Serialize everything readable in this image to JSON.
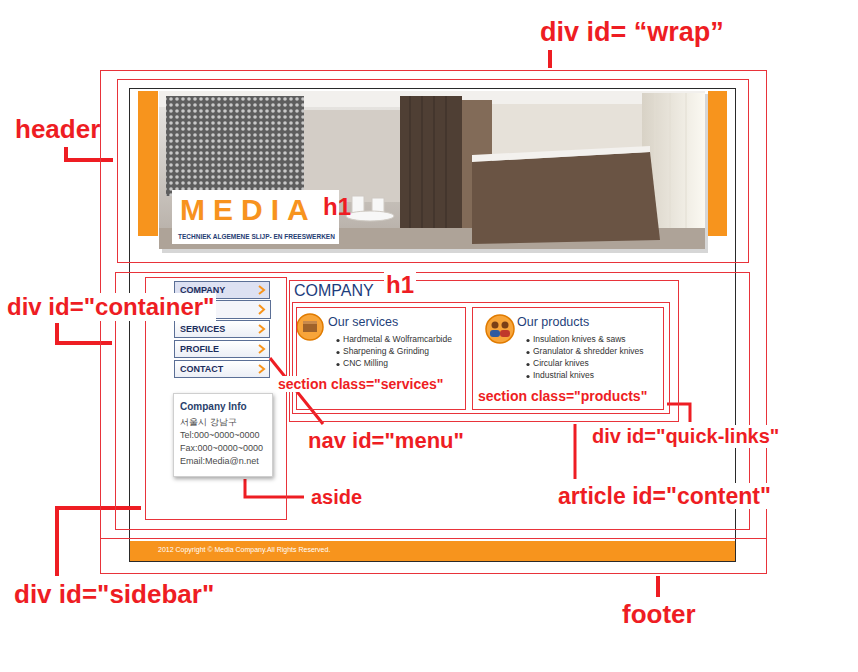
{
  "diagram": {
    "nodes": [
      {
        "text": [
          "div id= “wrap”"
        ]
      },
      {
        "text": [
          "header"
        ],
        "in": 0
      },
      {
        "text": [
          "MEDIA",
          "TECHNIEK ALGEMENE SLIJP- EN FREESWERKEN"
        ],
        "in": 1
      },
      {
        "text": [
          "div id=\"container\""
        ],
        "in": 0
      },
      {
        "text": [
          "div id=\"sidebar\""
        ],
        "in": 3
      },
      {
        "text": [
          "nav id=\"menu\""
        ],
        "in": 4
      },
      {
        "text": [
          "COMPANY"
        ],
        "in": 5
      },
      {
        "text": [
          "SERVICES"
        ],
        "in": 5
      },
      {
        "text": [
          "PROFILE"
        ],
        "in": 5
      },
      {
        "text": [
          "CONTACT"
        ],
        "in": 5
      },
      {
        "text": [
          "aside",
          "Company Info",
          "서울시 강남구",
          "Tel:000~0000~0000",
          "Fax:000~0000~0000",
          "Email:Media@n.net"
        ],
        "in": 4
      },
      {
        "text": [
          "article id=\"content\"",
          "COMPANY"
        ],
        "in": 3
      },
      {
        "text": [
          "div id=\"quick-links\""
        ],
        "in": 11
      },
      {
        "text": [
          "section class=\"services\"",
          "Our services",
          "Hardmetal & Wolframcarbide",
          "Sharpening & Grinding",
          "CNC Milling"
        ],
        "in": 12
      },
      {
        "text": [
          "section class=\"products\"",
          "Our products",
          "Insulation knives & saws",
          "Granulator & shredder knives",
          "Circular knives",
          "Industrial knives"
        ],
        "in": 12
      },
      {
        "text": [
          "footer",
          "2012 Copyright © Media Company.All Rights Reserved."
        ],
        "in": 0
      }
    ],
    "labels": [
      "h1",
      "h1"
    ]
  }
}
